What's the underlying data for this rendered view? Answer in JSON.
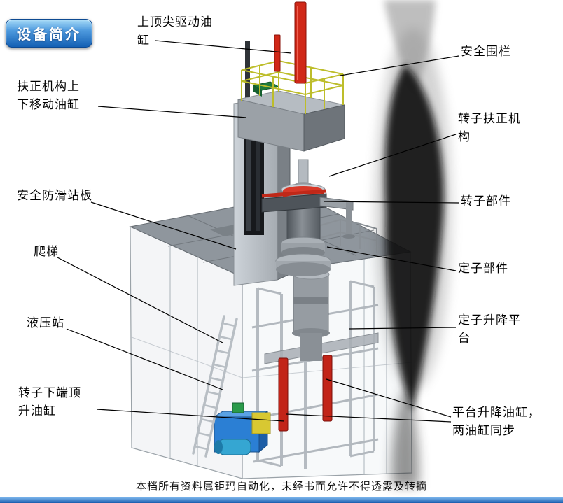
{
  "badge": {
    "label": "设备简介"
  },
  "footer": {
    "text": "本档所有资料属钜玛自动化，未经书面允许不得透露及转摘"
  },
  "labels": [
    {
      "id": "top-drive-cylinder",
      "text": "上顶尖驱动油\n缸"
    },
    {
      "id": "safety-fence",
      "text": "安全围栏"
    },
    {
      "id": "centering-move-cylinder",
      "text": "扶正机构上\n下移动油缸"
    },
    {
      "id": "rotor-centering-mechanism",
      "text": "转子扶正机\n构"
    },
    {
      "id": "anti-slip-platform",
      "text": "安全防滑站板"
    },
    {
      "id": "ladder",
      "text": "爬梯"
    },
    {
      "id": "rotor-part",
      "text": "转子部件"
    },
    {
      "id": "stator-part",
      "text": "定子部件"
    },
    {
      "id": "hydraulic-station",
      "text": "液压站"
    },
    {
      "id": "stator-lift-platform",
      "text": "定子升降平\n台"
    },
    {
      "id": "rotor-bottom-jack-cylinder",
      "text": "转子下端顶\n升油缸"
    },
    {
      "id": "platform-lift-cylinders",
      "text": "平台升降油缸，\n两油缸同步"
    }
  ],
  "colors": {
    "badge_blue": "#2f7fd0",
    "cylinder_red": "#cc2418",
    "railing_yellow": "#bdbd2a",
    "hydraulic_blue": "#2b7fd4",
    "frame_gray": "#9aa1a8",
    "platform_gray": "#8f969d",
    "footer_bar_blue": "#1a5cae"
  }
}
